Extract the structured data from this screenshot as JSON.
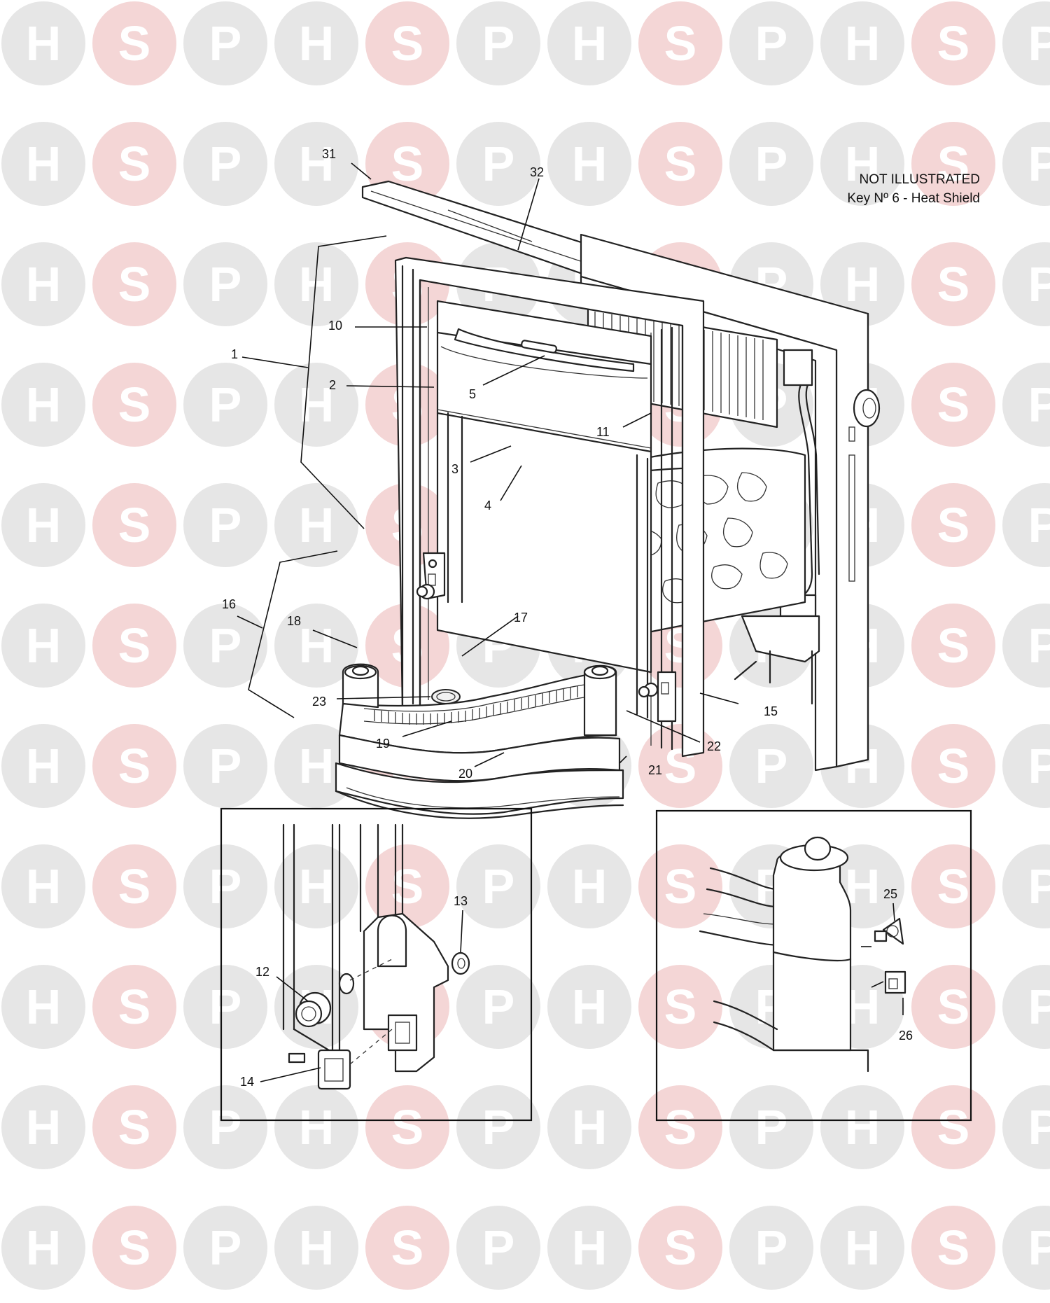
{
  "watermark": {
    "letters": [
      "H",
      "S",
      "P"
    ],
    "colors": [
      "#e6e6e6",
      "#f4d6d6",
      "#e6e6e6"
    ]
  },
  "note": {
    "line1": "NOT ILLUSTRATED",
    "line2": "Key Nº 6 - Heat Shield"
  },
  "labels": {
    "l1": "1",
    "l2": "2",
    "l3": "3",
    "l4": "4",
    "l5": "5",
    "l10": "10",
    "l11": "11",
    "l12": "12",
    "l13": "13",
    "l14": "14",
    "l15": "15",
    "l16": "16",
    "l17": "17",
    "l18": "18",
    "l19": "19",
    "l20": "20",
    "l21": "21",
    "l22": "22",
    "l23": "23",
    "l25": "25",
    "l26": "26",
    "l31": "31",
    "l32": "32"
  }
}
